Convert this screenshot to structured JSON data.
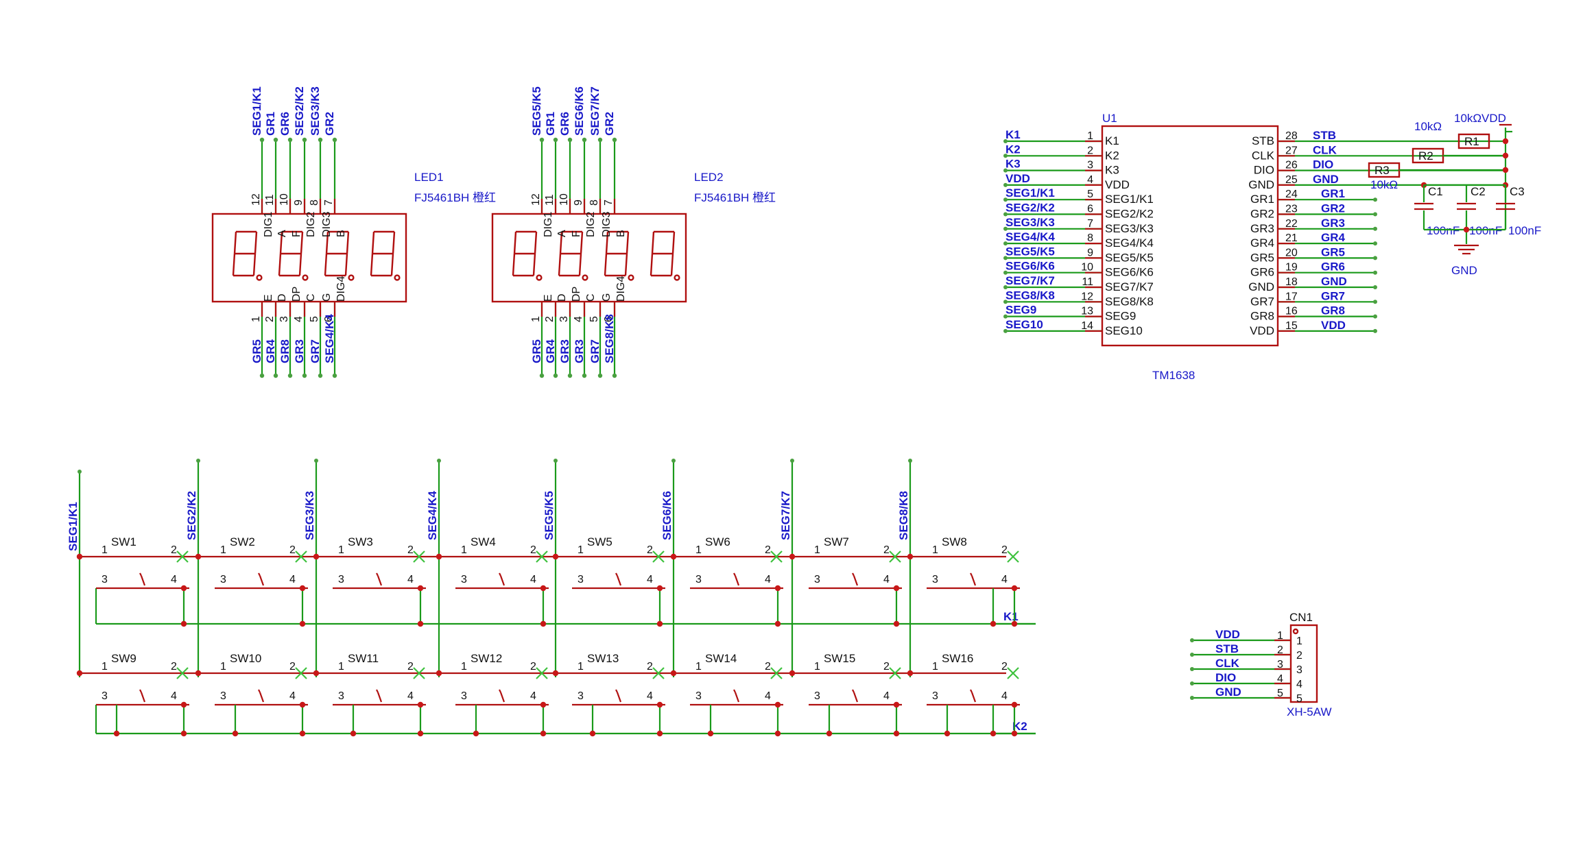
{
  "leds": [
    {
      "ref": "LED1",
      "value": "FJ5461BH 橙红",
      "top_pins": [
        {
          "num": "12",
          "func": "DIG1",
          "net": "SEG1/K1"
        },
        {
          "num": "11",
          "func": "A",
          "net": "GR1"
        },
        {
          "num": "10",
          "func": "F",
          "net": "GR6"
        },
        {
          "num": "9",
          "func": "DIG2",
          "net": "SEG2/K2"
        },
        {
          "num": "8",
          "func": "DIG3",
          "net": "SEG3/K3"
        },
        {
          "num": "7",
          "func": "B",
          "net": "GR2"
        }
      ],
      "bottom_pins": [
        {
          "num": "1",
          "func": "E",
          "net": "GR5"
        },
        {
          "num": "2",
          "func": "D",
          "net": "GR4"
        },
        {
          "num": "3",
          "func": "DP",
          "net": "GR8"
        },
        {
          "num": "4",
          "func": "C",
          "net": "GR3"
        },
        {
          "num": "5",
          "func": "G",
          "net": "GR7"
        },
        {
          "num": "6",
          "func": "DIG4",
          "net": "SEG4/K4"
        }
      ]
    },
    {
      "ref": "LED2",
      "value": "FJ5461BH 橙红",
      "top_pins": [
        {
          "num": "12",
          "func": "DIG1",
          "net": "SEG5/K5"
        },
        {
          "num": "11",
          "func": "A",
          "net": "GR1"
        },
        {
          "num": "10",
          "func": "F",
          "net": "GR6"
        },
        {
          "num": "9",
          "func": "DIG2",
          "net": "SEG6/K6"
        },
        {
          "num": "8",
          "func": "DIG3",
          "net": "SEG7/K7"
        },
        {
          "num": "7",
          "func": "B",
          "net": "GR2"
        }
      ],
      "bottom_pins": [
        {
          "num": "1",
          "func": "E",
          "net": "GR5"
        },
        {
          "num": "2",
          "func": "D",
          "net": "GR4"
        },
        {
          "num": "3",
          "func": "DP",
          "net": "GR3"
        },
        {
          "num": "4",
          "func": "C",
          "net": "GR3"
        },
        {
          "num": "5",
          "func": "G",
          "net": "GR7"
        },
        {
          "num": "6",
          "func": "DIG4",
          "net": "SEG8/K8"
        }
      ]
    }
  ],
  "ic": {
    "ref": "U1",
    "value": "TM1638",
    "left_pins": [
      {
        "num": "1",
        "name": "K1",
        "net": "K1"
      },
      {
        "num": "2",
        "name": "K2",
        "net": "K2"
      },
      {
        "num": "3",
        "name": "K3",
        "net": "K3"
      },
      {
        "num": "4",
        "name": "VDD",
        "net": "VDD"
      },
      {
        "num": "5",
        "name": "SEG1/K1",
        "net": "SEG1/K1"
      },
      {
        "num": "6",
        "name": "SEG2/K2",
        "net": "SEG2/K2"
      },
      {
        "num": "7",
        "name": "SEG3/K3",
        "net": "SEG3/K3"
      },
      {
        "num": "8",
        "name": "SEG4/K4",
        "net": "SEG4/K4"
      },
      {
        "num": "9",
        "name": "SEG5/K5",
        "net": "SEG5/K5"
      },
      {
        "num": "10",
        "name": "SEG6/K6",
        "net": "SEG6/K6"
      },
      {
        "num": "11",
        "name": "SEG7/K7",
        "net": "SEG7/K7"
      },
      {
        "num": "12",
        "name": "SEG8/K8",
        "net": "SEG8/K8"
      },
      {
        "num": "13",
        "name": "SEG9",
        "net": "SEG9"
      },
      {
        "num": "14",
        "name": "SEG10",
        "net": "SEG10"
      }
    ],
    "right_pins": [
      {
        "num": "28",
        "name": "STB",
        "net": "STB"
      },
      {
        "num": "27",
        "name": "CLK",
        "net": "CLK"
      },
      {
        "num": "26",
        "name": "DIO",
        "net": "DIO"
      },
      {
        "num": "25",
        "name": "GND",
        "net": "GND"
      },
      {
        "num": "24",
        "name": "GR1",
        "net": "GR1"
      },
      {
        "num": "23",
        "name": "GR2",
        "net": "GR2"
      },
      {
        "num": "22",
        "name": "GR3",
        "net": "GR3"
      },
      {
        "num": "21",
        "name": "GR4",
        "net": "GR4"
      },
      {
        "num": "20",
        "name": "GR5",
        "net": "GR5"
      },
      {
        "num": "19",
        "name": "GR6",
        "net": "GR6"
      },
      {
        "num": "18",
        "name": "GND",
        "net": "GND"
      },
      {
        "num": "17",
        "name": "GR7",
        "net": "GR7"
      },
      {
        "num": "16",
        "name": "GR8",
        "net": "GR8"
      },
      {
        "num": "15",
        "name": "VDD",
        "net": "VDD"
      }
    ]
  },
  "passives": {
    "r1": {
      "ref": "R1",
      "value": "10kΩ"
    },
    "r2": {
      "ref": "R2",
      "value": "10kΩ"
    },
    "r3": {
      "ref": "R3",
      "value": "10kΩ"
    },
    "c1": {
      "ref": "C1",
      "value": "100nF"
    },
    "c2": {
      "ref": "C2",
      "value": "100nF"
    },
    "c3": {
      "ref": "C3",
      "value": "100nF"
    },
    "vdd": "VDD",
    "gnd": "GND"
  },
  "switch_columns": [
    "SEG1/K1",
    "SEG2/K2",
    "SEG3/K3",
    "SEG4/K4",
    "SEG5/K5",
    "SEG6/K6",
    "SEG7/K7",
    "SEG8/K8"
  ],
  "switch_rows": [
    {
      "net": "K1",
      "switches": [
        "SW1",
        "SW2",
        "SW3",
        "SW4",
        "SW5",
        "SW6",
        "SW7",
        "SW8"
      ]
    },
    {
      "net": "K2",
      "switches": [
        "SW9",
        "SW10",
        "SW11",
        "SW12",
        "SW13",
        "SW14",
        "SW15",
        "SW16"
      ]
    }
  ],
  "switch_pins": {
    "p1": "1",
    "p2": "2",
    "p3": "3",
    "p4": "4"
  },
  "connector": {
    "ref": "CN1",
    "value": "XH-5AW",
    "pins": [
      {
        "num": "1",
        "net": "VDD"
      },
      {
        "num": "2",
        "net": "STB"
      },
      {
        "num": "3",
        "net": "CLK"
      },
      {
        "num": "4",
        "net": "DIO"
      },
      {
        "num": "5",
        "net": "GND"
      }
    ]
  }
}
